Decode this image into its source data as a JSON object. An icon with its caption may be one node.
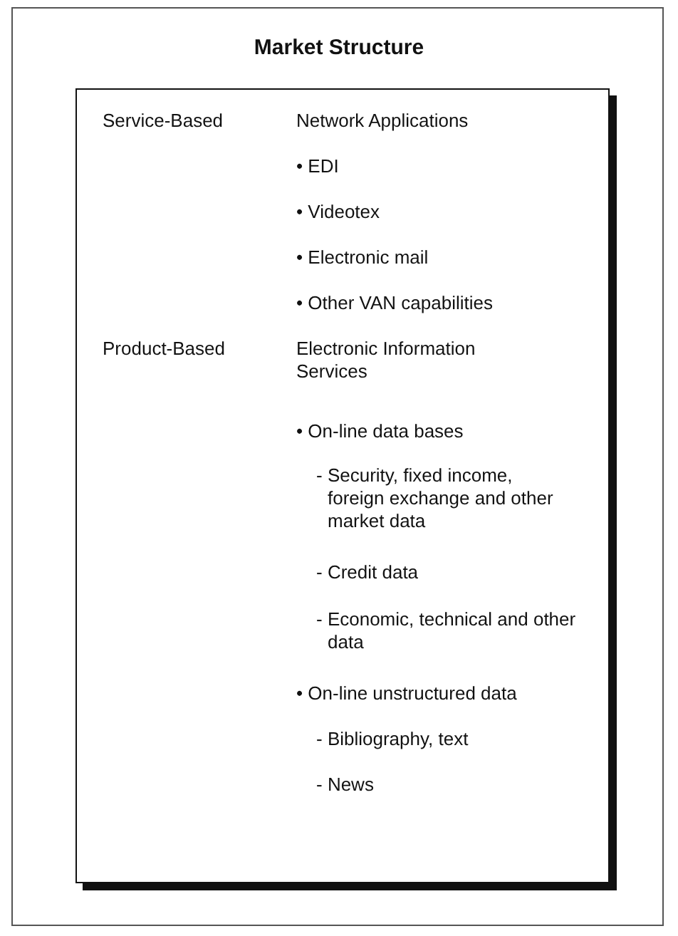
{
  "diagram": {
    "title": "Market Structure",
    "nodes": [
      {
        "text": [
          "Service-Based",
          "Network Applications",
          "• EDI",
          "• Videotex",
          "• Electronic mail",
          "• Other VAN capabilities",
          "Product-Based",
          "Electronic Information Services",
          "• On-line data bases",
          "- Security, fixed income, foreign exchange and other market data",
          "- Credit data",
          "- Economic, technical and other data",
          "• On-line unstructured data",
          "- Bibliography, text",
          "- News"
        ]
      }
    ]
  }
}
